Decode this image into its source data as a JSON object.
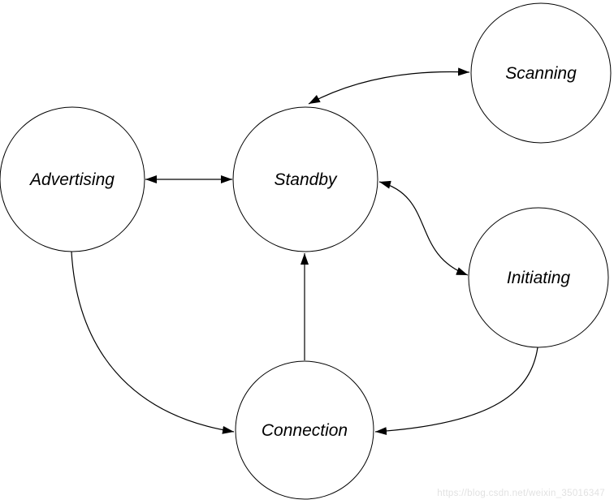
{
  "diagram": {
    "type": "state-diagram",
    "nodes": [
      {
        "id": "advertising",
        "label": "Advertising"
      },
      {
        "id": "standby",
        "label": "Standby"
      },
      {
        "id": "scanning",
        "label": "Scanning"
      },
      {
        "id": "initiating",
        "label": "Initiating"
      },
      {
        "id": "connection",
        "label": "Connection"
      }
    ],
    "edges": [
      {
        "from": "Advertising",
        "to": "Standby",
        "direction": "bidirectional"
      },
      {
        "from": "Standby",
        "to": "Scanning",
        "direction": "bidirectional"
      },
      {
        "from": "Standby",
        "to": "Initiating",
        "direction": "bidirectional"
      },
      {
        "from": "Advertising",
        "to": "Connection",
        "direction": "one-way"
      },
      {
        "from": "Initiating",
        "to": "Connection",
        "direction": "one-way"
      },
      {
        "from": "Connection",
        "to": "Standby",
        "direction": "one-way"
      }
    ],
    "colors": {
      "node_fill": "#ffffff",
      "stroke": "#000000",
      "background": "#ffffff",
      "watermark": "#e2e2e2"
    }
  },
  "watermark": {
    "text": "https://blog.csdn.net/weixin_35016347"
  }
}
